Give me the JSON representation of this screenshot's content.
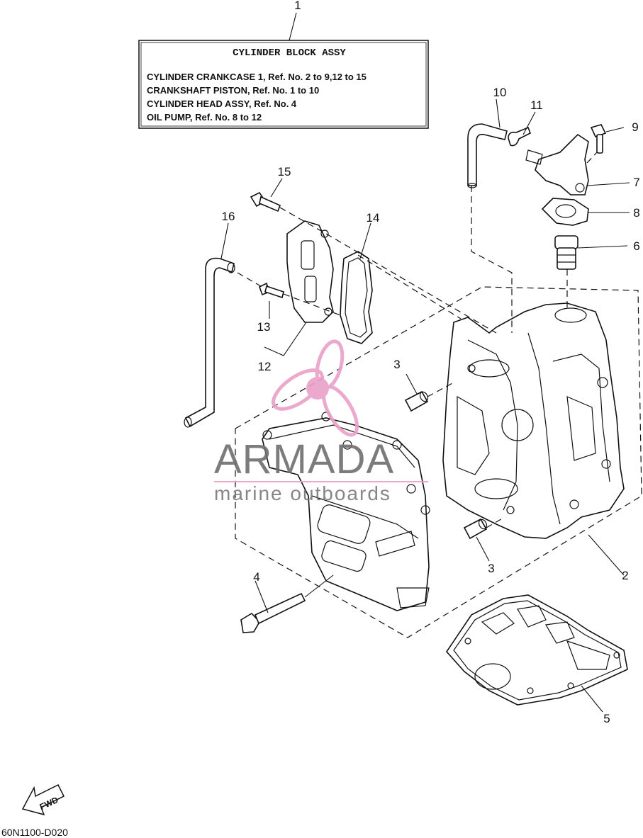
{
  "info_box": {
    "title": "CYLINDER BLOCK ASSY",
    "lines": [
      "CYLINDER CRANKCASE 1, Ref. No. 2 to 9,12 to 15",
      "CRANKSHAFT PISTON,  Ref. No. 1 to 10",
      "CYLINDER HEAD ASSY,  Ref. No. 4",
      "OIL PUMP,  Ref. No. 8 to 12"
    ]
  },
  "callouts": [
    "1",
    "2",
    "3",
    "3",
    "4",
    "5",
    "6",
    "7",
    "8",
    "9",
    "10",
    "11",
    "12",
    "13",
    "14",
    "15",
    "16"
  ],
  "watermark": {
    "brand": "ARMADA",
    "tagline": "marine outboards",
    "accent_color": "#e8a0c8"
  },
  "fwd_label": "FWD",
  "drawing_code": "60N1100-D020",
  "colors": {
    "line": "#111111",
    "watermark_gray": "#6e6e6e",
    "watermark_pink": "#e8a0c8"
  }
}
